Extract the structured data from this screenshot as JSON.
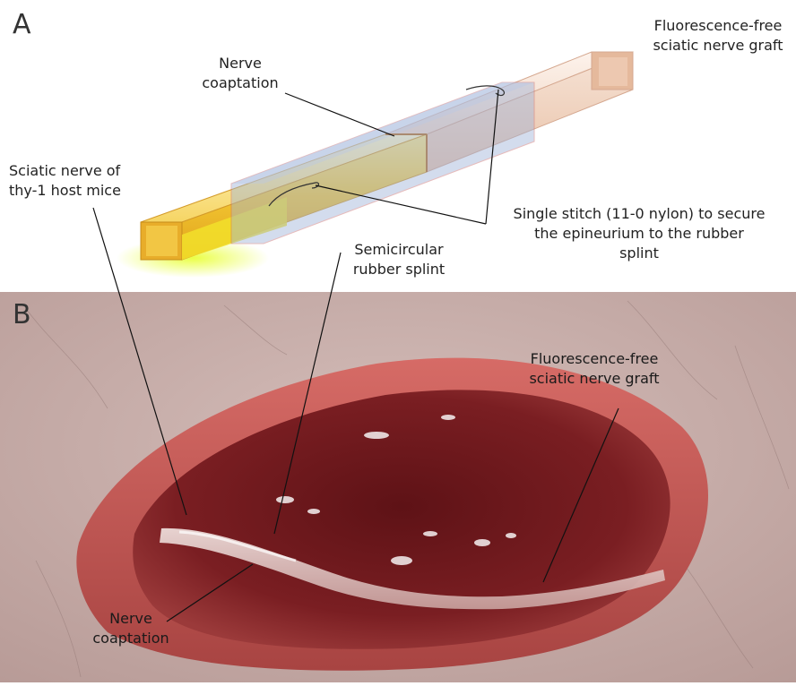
{
  "panel_a": {
    "letter": "A",
    "labels": {
      "graft": [
        "Fluorescence-free",
        "sciatic nerve graft"
      ],
      "coaptation": [
        "Nerve",
        "coaptation"
      ],
      "host_nerve": [
        "Sciatic nerve of",
        "thy-1 host mice"
      ],
      "stitch": [
        "Single stitch (11-0 nylon) to secure",
        "the epineurium to the rubber",
        "splint"
      ],
      "splint": [
        "Semicircular",
        "rubber splint"
      ]
    }
  },
  "panel_b": {
    "letter": "B",
    "labels": {
      "graft": [
        "Fluorescence-free",
        "sciatic nerve graft"
      ],
      "coaptation": [
        "Nerve",
        "coaptation"
      ]
    }
  },
  "colors": {
    "host_nerve": "#f2c531",
    "graft": "#f3d9c8",
    "splint": "#9fb3d8",
    "tissue": "#7a1e22",
    "skin": "#c9b2ae"
  }
}
